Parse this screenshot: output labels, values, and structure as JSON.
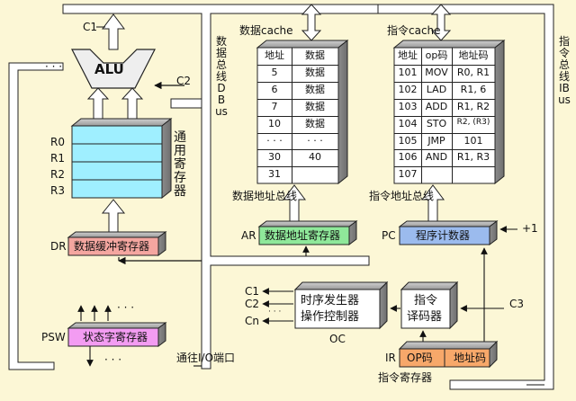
{
  "alu": {
    "label": "ALU",
    "c1": "C1",
    "c2": "C2",
    "dots_left": "· · ·"
  },
  "registers": {
    "title": "通用寄存器",
    "names": [
      "R0",
      "R1",
      "R2",
      "R3"
    ]
  },
  "dr": {
    "prefix": "DR",
    "label": "数据缓冲寄存器"
  },
  "psw": {
    "prefix": "PSW",
    "label": "状态字寄存器",
    "dots_top": "· · ·",
    "dots_bottom": "· · ·"
  },
  "dbus": {
    "text": "数据总线DBus"
  },
  "ibus": {
    "text": "指令总线IBus"
  },
  "data_cache": {
    "title": "数据cache",
    "headers": [
      "地址",
      "数据"
    ],
    "rows": [
      [
        "5",
        "数据"
      ],
      [
        "6",
        "数据"
      ],
      [
        "7",
        "数据"
      ],
      [
        "10",
        "数据"
      ],
      [
        "·  ·  ·",
        "·  ·  ·"
      ],
      [
        "30",
        "40"
      ],
      [
        "31",
        ""
      ]
    ]
  },
  "instr_cache": {
    "title": "指令cache",
    "headers": [
      "地址",
      "op码",
      "地址码"
    ],
    "rows": [
      [
        "101",
        "MOV",
        "R0, R1"
      ],
      [
        "102",
        "LAD",
        "R1, 6"
      ],
      [
        "103",
        "ADD",
        "R1, R2"
      ],
      [
        "104",
        "STO",
        "R2, (R3)"
      ],
      [
        "105",
        "JMP",
        "101"
      ],
      [
        "106",
        "AND",
        "R1, R3"
      ],
      [
        "107",
        "",
        ""
      ]
    ]
  },
  "ar": {
    "prefix": "AR",
    "label": "数据地址寄存器",
    "bus_label": "数据地址总线"
  },
  "pc": {
    "prefix": "PC",
    "label": "程序计数器",
    "bus_label": "指令地址总线",
    "increment": "+1"
  },
  "controller": {
    "line1": "时序发生器",
    "line2": "操作控制器",
    "outputs": [
      "C1",
      "C2",
      "Cn"
    ],
    "output_dots": "· · ·",
    "oc": "OC"
  },
  "decoder": {
    "line1": "指令",
    "line2": "译码器",
    "c3": "C3"
  },
  "ir": {
    "prefix": "IR",
    "op": "OP码",
    "addr": "地址码",
    "caption": "指令寄存器"
  },
  "io": {
    "label": "通往I/O端口"
  },
  "colors": {
    "background": "#fcf7d6",
    "registers": "#9fefff",
    "dr": "#f4a6a0",
    "psw": "#f39cf2",
    "ar": "#8fe89a",
    "pc": "#9bbbee",
    "ir": "#f7a86a",
    "bus": "#ffffff"
  }
}
